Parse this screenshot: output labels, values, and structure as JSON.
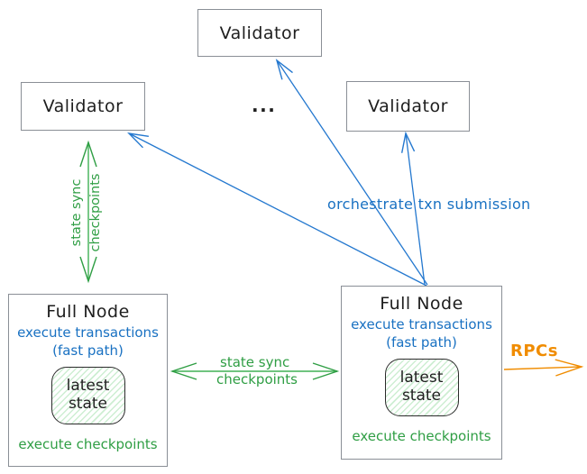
{
  "colors": {
    "blue": "#1971c2",
    "green": "#2f9e44",
    "orange": "#f08c00",
    "ink": "#1e1e1e",
    "box_border": "#8a8f96"
  },
  "validators": {
    "top": "Validator",
    "left": "Validator",
    "right": "Validator"
  },
  "ellipsis": "...",
  "full_node_left": {
    "title": "Full Node",
    "blue_line1": "execute transactions",
    "blue_line2": "(fast path)",
    "state_line1": "latest",
    "state_line2": "state",
    "green_line": "execute checkpoints"
  },
  "full_node_right": {
    "title": "Full Node",
    "blue_line1": "execute transactions",
    "blue_line2": "(fast path)",
    "state_line1": "latest",
    "state_line2": "state",
    "green_line": "execute checkpoints"
  },
  "edge_labels": {
    "validator_sync_line1": "state sync",
    "validator_sync_line2": "checkpoints",
    "node_sync_line1": "state sync",
    "node_sync_line2": "checkpoints",
    "orchestrate": "orchestrate txn submission",
    "rpc": "RPCs"
  }
}
